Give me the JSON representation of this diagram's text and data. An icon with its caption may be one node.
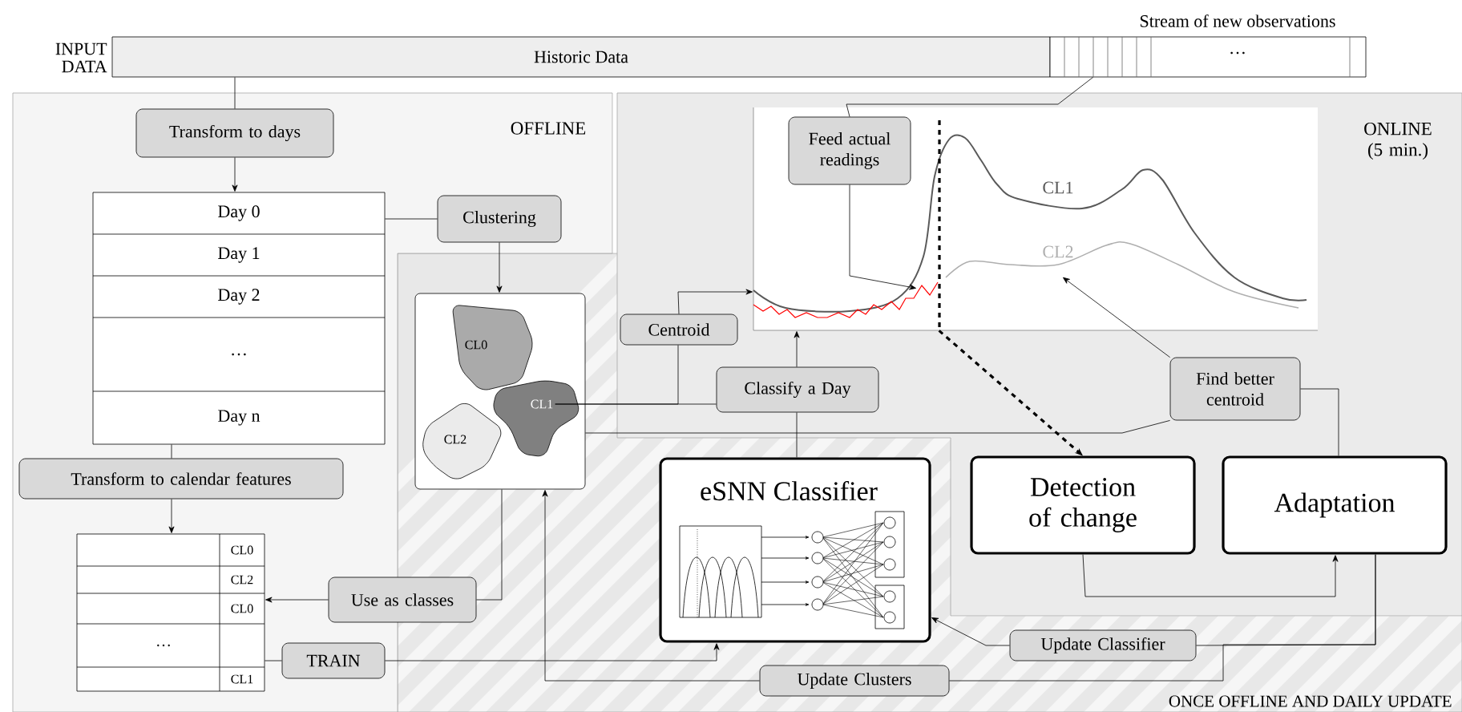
{
  "diagram": {
    "nodes": [
      {
        "text": [
          "Historic Data"
        ]
      },
      {
        "text": [
          "Stream of new observations",
          "…"
        ]
      },
      {
        "text": [
          "OFFLINE"
        ]
      },
      {
        "text": [
          "ONLINE (5 min.)"
        ]
      },
      {
        "text": [
          "ONCE OFFLINE AND DAILY UPDATE"
        ]
      },
      {
        "text": [
          "Transform to days"
        ],
        "in": 2
      },
      {
        "text": [
          "Day 0",
          "Day 1",
          "Day 2",
          "…",
          "Day n"
        ],
        "in": 2
      },
      {
        "text": [
          "Clustering"
        ],
        "in": 2
      },
      {
        "text": [],
        "shape": "box",
        "in": 4
      },
      {
        "text": [
          "CL0"
        ],
        "in": 8
      },
      {
        "text": [
          "CL1"
        ],
        "in": 8
      },
      {
        "text": [
          "CL2"
        ],
        "in": 8
      },
      {
        "text": [
          "Transform to calendar features"
        ],
        "in": 2
      },
      {
        "text": [
          "CL0",
          "CL2",
          "CL0",
          "…",
          "CL1"
        ],
        "in": 2
      },
      {
        "text": [
          "Use as classes"
        ]
      },
      {
        "text": [
          "TRAIN"
        ],
        "in": 2
      },
      {
        "text": [
          "CL1",
          "CL2"
        ],
        "in": 3
      },
      {
        "text": [
          "Feed actual readings"
        ],
        "in": 16
      },
      {
        "text": [
          "Centroid"
        ]
      },
      {
        "text": [
          "Classify a Day"
        ]
      },
      {
        "text": [
          "eSNN Classifier"
        ],
        "in": 4
      },
      {
        "text": [
          "Detection of change"
        ]
      },
      {
        "text": [
          "Adaptation"
        ]
      },
      {
        "text": [
          "Find better centroid"
        ]
      },
      {
        "text": [
          "Update Classifier"
        ],
        "in": 4
      },
      {
        "text": [
          "Update Clusters"
        ],
        "in": 4
      }
    ],
    "edges": [
      {
        "from": 0,
        "to": 5,
        "arrow": "none"
      },
      {
        "from": 5,
        "to": 6,
        "arrow": "to"
      },
      {
        "from": 6,
        "to": 7,
        "arrow": "none"
      },
      {
        "from": 7,
        "to": 8,
        "arrow": "to"
      },
      {
        "from": 6,
        "to": 12,
        "arrow": "none"
      },
      {
        "from": 12,
        "to": 13,
        "arrow": "to"
      },
      {
        "from": 8,
        "to": 14,
        "arrow": "none"
      },
      {
        "from": 14,
        "to": 13,
        "arrow": "to"
      },
      {
        "from": 13,
        "to": 15,
        "arrow": "none"
      },
      {
        "from": 15,
        "to": 20,
        "arrow": "to"
      },
      {
        "from": 20,
        "to": 19,
        "arrow": "none"
      },
      {
        "from": 19,
        "to": 16,
        "arrow": "to"
      },
      {
        "from": 10,
        "to": 19,
        "arrow": "none"
      },
      {
        "from": 10,
        "to": 18,
        "arrow": "none"
      },
      {
        "from": 18,
        "to": 16,
        "arrow": "to"
      },
      {
        "from": 23,
        "to": 8,
        "arrow": "none"
      },
      {
        "from": 22,
        "to": 23,
        "arrow": "none"
      },
      {
        "from": 23,
        "to": 16,
        "arrow": "to"
      },
      {
        "from": 21,
        "to": 22,
        "arrow": "to"
      },
      {
        "from": 22,
        "to": 24,
        "arrow": "none"
      },
      {
        "from": 24,
        "to": 20,
        "arrow": "to"
      },
      {
        "from": 22,
        "to": 25,
        "arrow": "none"
      },
      {
        "from": 25,
        "to": 8,
        "arrow": "to"
      },
      {
        "from": 1,
        "to": 17,
        "arrow": "none"
      },
      {
        "from": 17,
        "to": 16,
        "arrow": "to"
      },
      {
        "from": 16,
        "to": 21,
        "arrow": "to",
        "style": "dashed"
      }
    ],
    "labels": [
      "INPUT DATA"
    ]
  }
}
